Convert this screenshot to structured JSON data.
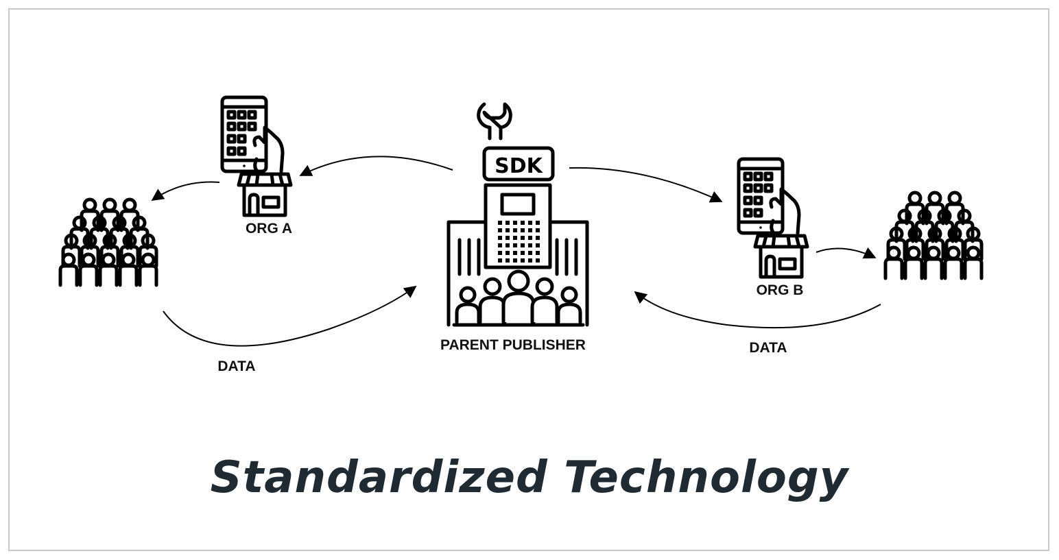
{
  "labels": {
    "org_a": "ORG A",
    "org_b": "ORG B",
    "parent": "PARENT PUBLISHER",
    "sdk": "SDK",
    "data_left": "DATA",
    "data_right": "DATA"
  },
  "title": "Standardized Technology",
  "icons": [
    "wrench-icon",
    "building-icon",
    "phone-store-icon",
    "crowd-icon"
  ],
  "colors": {
    "title": "#1f2a33",
    "frame": "#c9c9c9",
    "ink": "#000000"
  }
}
